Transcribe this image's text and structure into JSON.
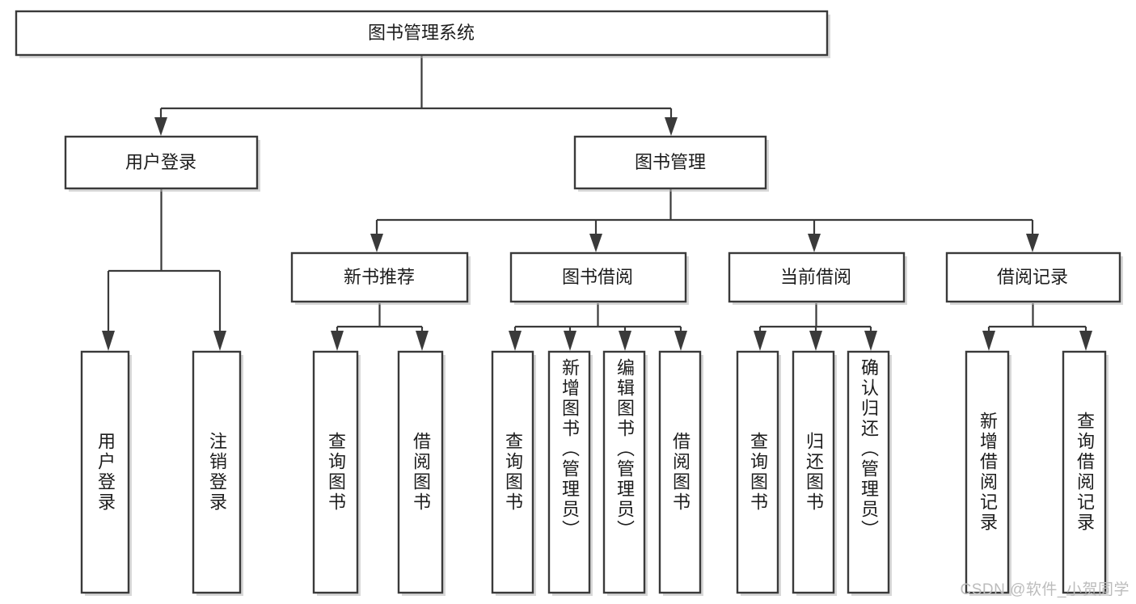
{
  "diagram": {
    "title": "图书管理系统",
    "type": "hierarchy-tree",
    "watermark": "CSDN @软件_小贺同学",
    "colors": {
      "box_stroke": "#3a3a3a",
      "box_fill": "#ffffff",
      "text": "#1c1c1c",
      "background": "#ffffff",
      "watermark": "#bcbcbc"
    },
    "root": {
      "label": "图书管理系统"
    },
    "level2": [
      {
        "label": "用户登录"
      },
      {
        "label": "图书管理"
      }
    ],
    "level3": [
      {
        "label": "新书推荐"
      },
      {
        "label": "图书借阅"
      },
      {
        "label": "当前借阅"
      },
      {
        "label": "借阅记录"
      }
    ],
    "leaves": {
      "user_login": [
        {
          "label": "用户登录"
        },
        {
          "label": "注销登录"
        }
      ],
      "new_book_recommend": [
        {
          "label": "查询图书"
        },
        {
          "label": "借阅图书"
        }
      ],
      "book_borrow": [
        {
          "label": "查询图书"
        },
        {
          "label": "新增图书（管理员）"
        },
        {
          "label": "编辑图书（管理员）"
        },
        {
          "label": "借阅图书"
        }
      ],
      "current_borrow": [
        {
          "label": "查询图书"
        },
        {
          "label": "归还图书"
        },
        {
          "label": "确认归还（管理员）"
        }
      ],
      "borrow_record": [
        {
          "label": "新增借阅记录"
        },
        {
          "label": "查询借阅记录"
        }
      ]
    }
  }
}
